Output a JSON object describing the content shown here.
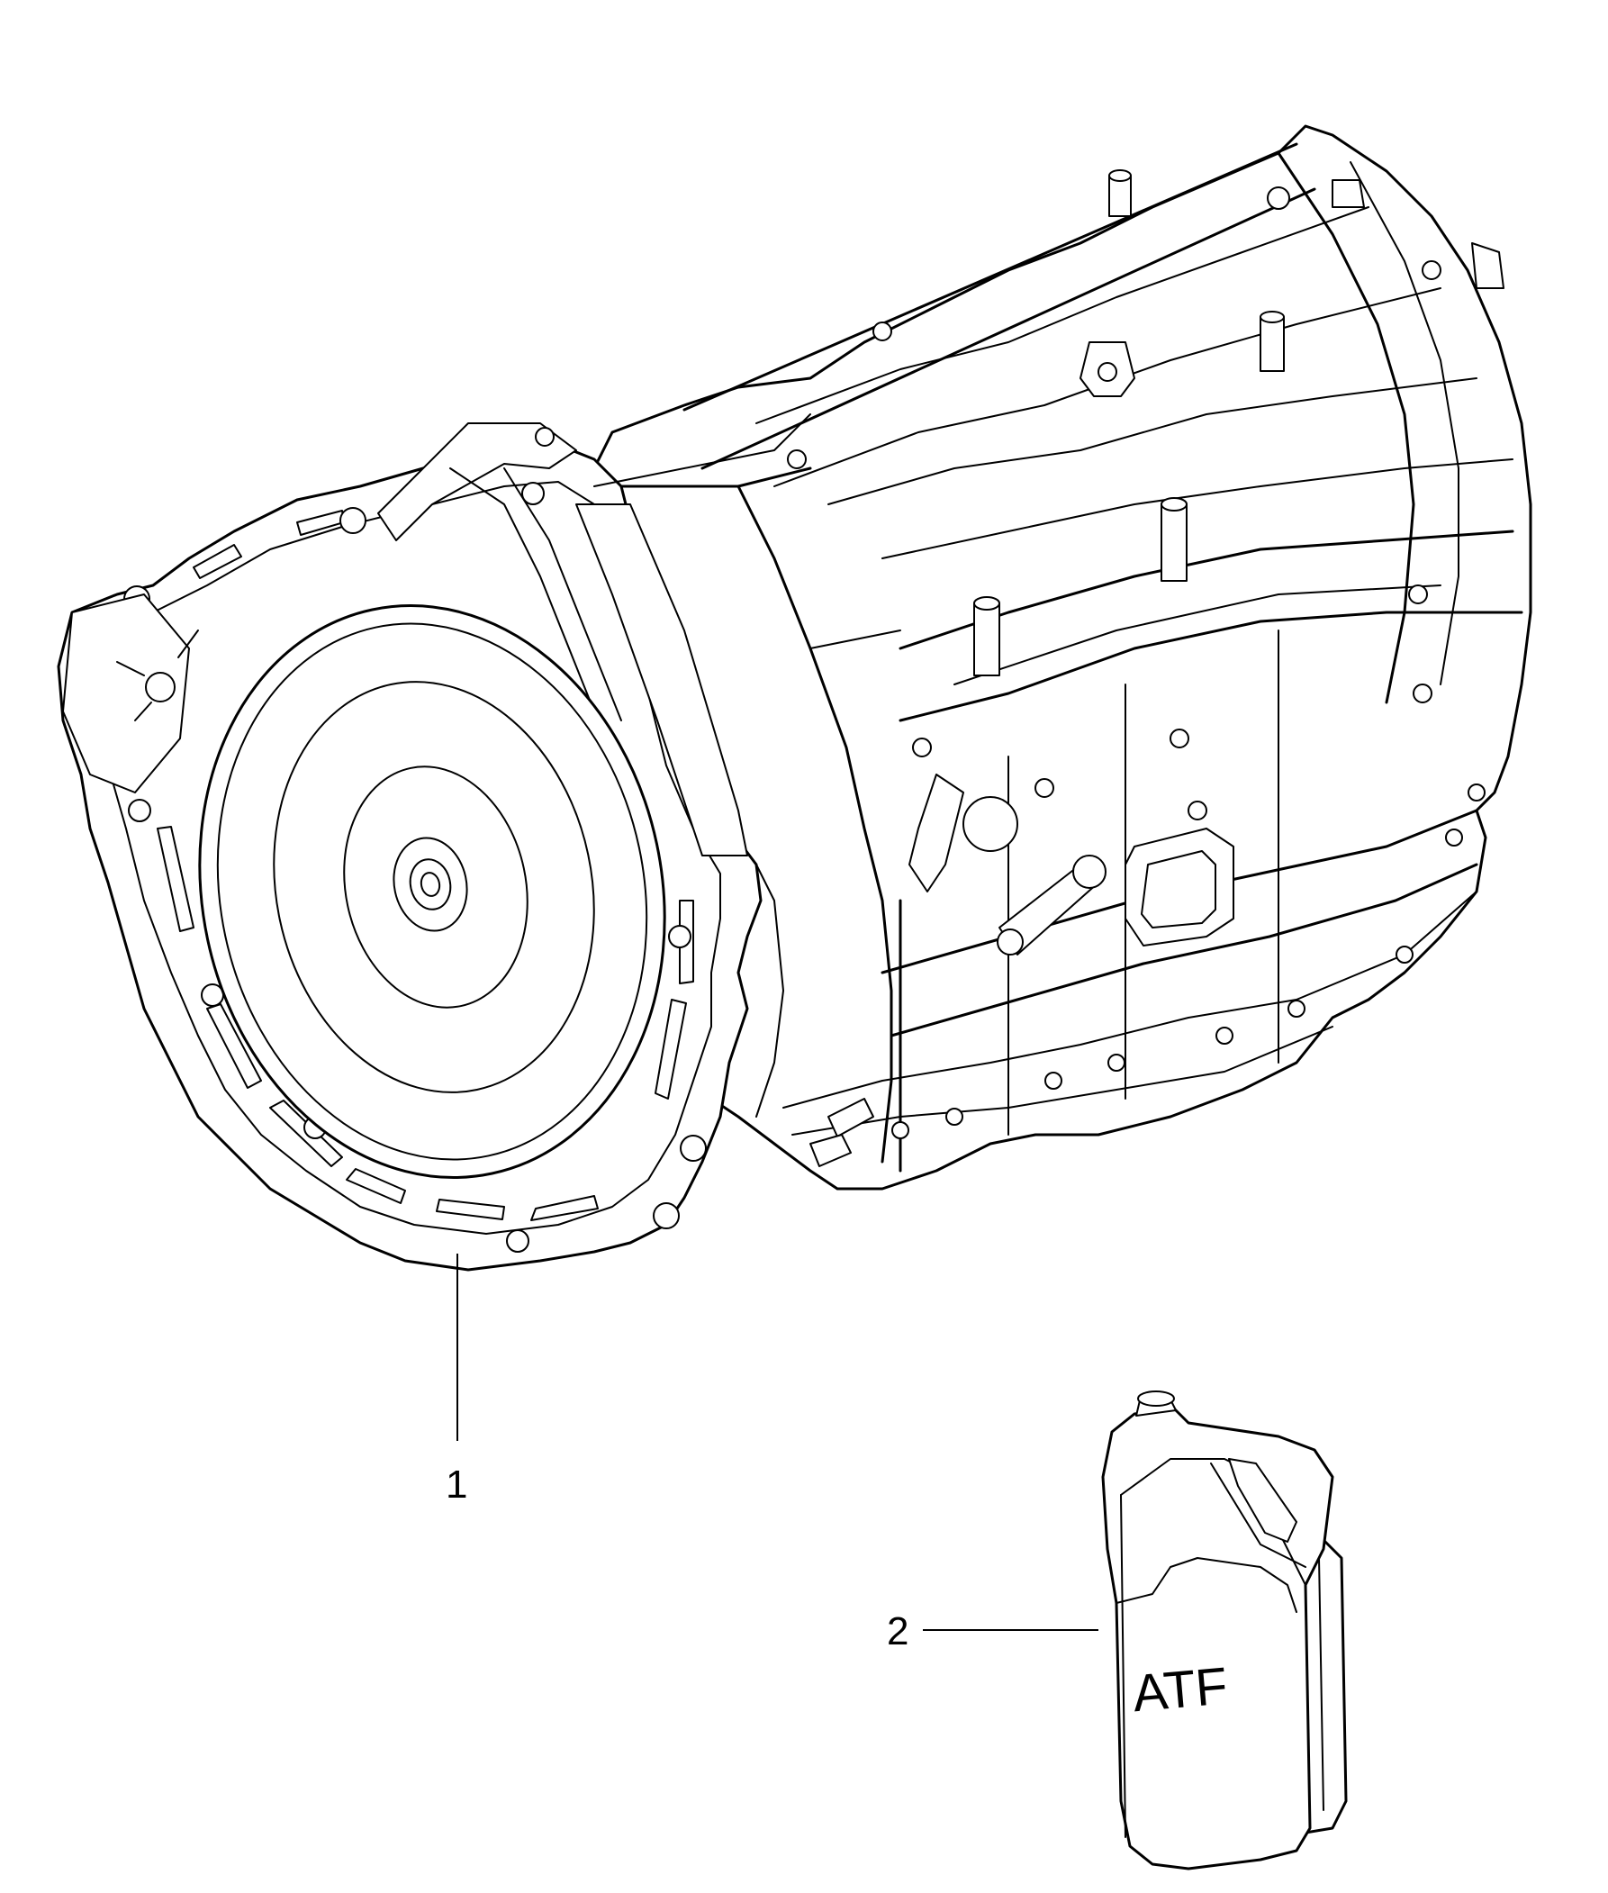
{
  "callouts": [
    {
      "number": "1",
      "part": "transmission-assembly"
    },
    {
      "number": "2",
      "part": "atf-container"
    }
  ],
  "container_label": "ATF",
  "colors": {
    "ink": "#000000",
    "paper": "#ffffff"
  }
}
